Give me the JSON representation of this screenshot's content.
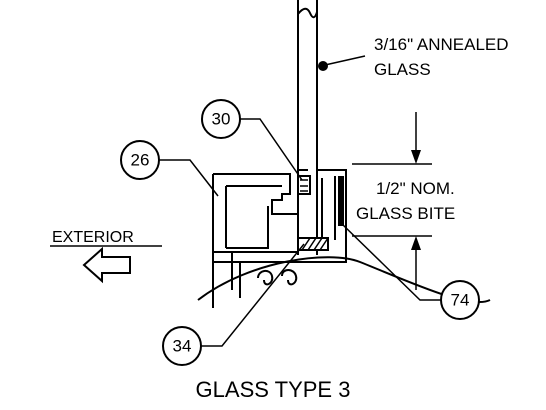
{
  "glass_note": {
    "line1": "3/16\" ANNEALED",
    "line2": "GLASS"
  },
  "bite_note": {
    "line1": "1/2\" NOM.",
    "line2": "GLASS BITE"
  },
  "exterior_label": "EXTERIOR",
  "callouts": {
    "c26": "26",
    "c30": "30",
    "c34": "34",
    "c74": "74"
  },
  "title": "GLASS TYPE 3"
}
